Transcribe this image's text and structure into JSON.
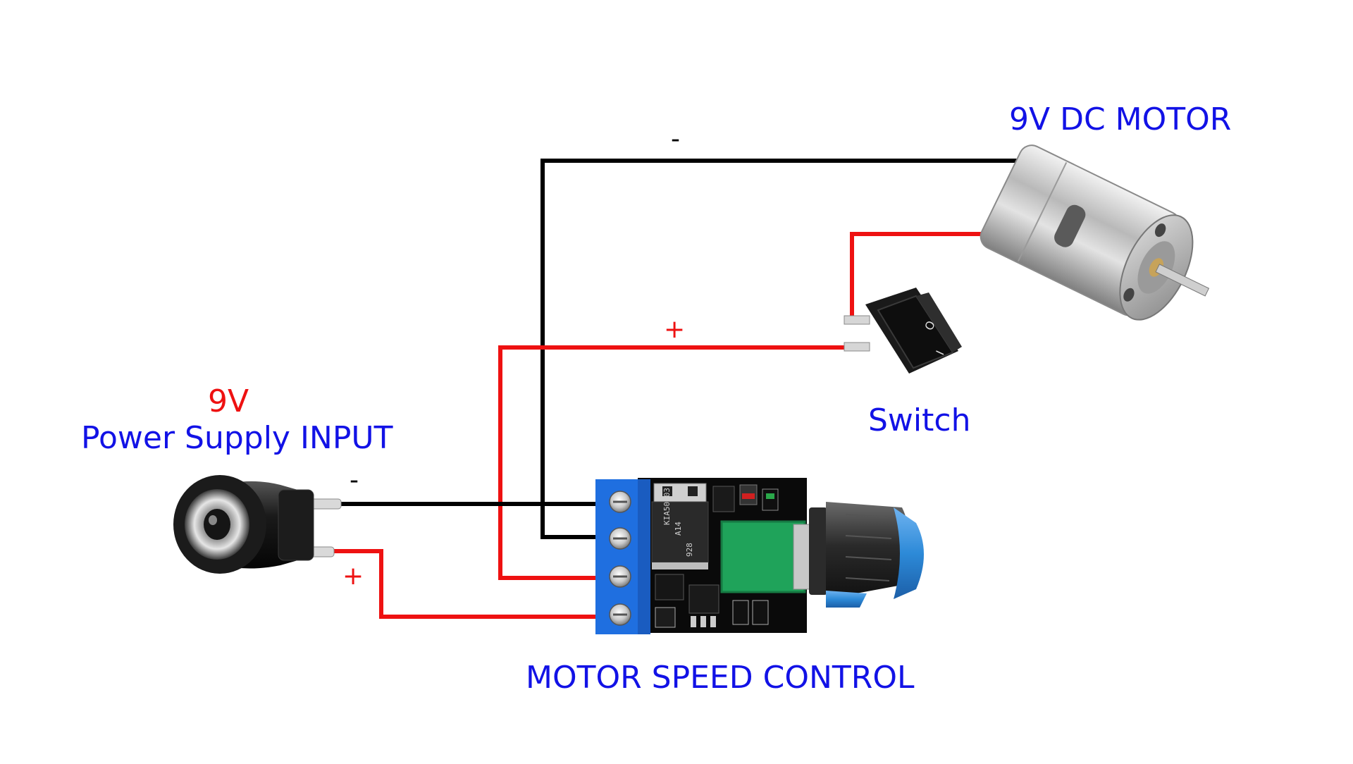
{
  "labels": {
    "motor": "9V DC MOTOR",
    "switch": "Switch",
    "power_voltage": "9V",
    "power_input": "Power Supply INPUT",
    "controller": "MOTOR SPEED CONTROL"
  },
  "signs": {
    "motor_negative": "-",
    "switch_positive": "+",
    "jack_negative": "-",
    "jack_positive": "+"
  },
  "board_text": {
    "chip_line1": "KIA50N03",
    "chip_line2": "A14",
    "chip_line3": "928"
  },
  "switch_marks": {
    "off": "O",
    "on": "I"
  },
  "colors": {
    "label_blue": "#1212e6",
    "label_red": "#ee1111",
    "wire_negative": "#000000",
    "wire_positive": "#ee1111",
    "terminal_blue": "#1f6fe0",
    "pcb": "#0a0a0a",
    "pot_green": "#1fa35a",
    "knob_accent": "#2d8ad8"
  }
}
